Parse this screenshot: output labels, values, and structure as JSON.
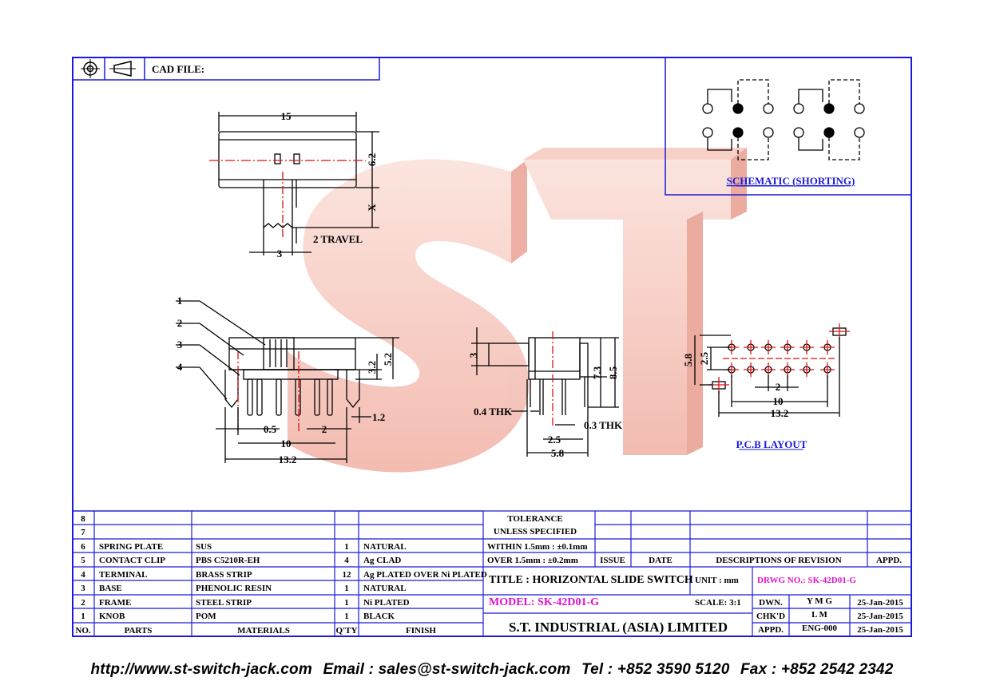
{
  "header": {
    "cad_label": "CAD FILE:"
  },
  "schematic": {
    "caption": "SCHEMATIC (SHORTING)"
  },
  "top_view": {
    "dim_width": "15",
    "dim_height": "6.2",
    "dim_x": "X",
    "dim_travel": "2 TRAVEL",
    "dim_3": "3"
  },
  "front_view": {
    "callouts": [
      "1",
      "2",
      "3",
      "4"
    ],
    "dim_32": "3.2",
    "dim_52": "5.2",
    "dim_12": "1.2",
    "dim_05": "0.5",
    "dim_2": "2",
    "dim_10": "10",
    "dim_132": "13.2"
  },
  "side_view": {
    "dim_3": "3",
    "dim_73": "7.3",
    "dim_85": "8.5",
    "dim_04": "0.4 THK",
    "dim_03": "0.3 THK",
    "dim_25": "2.5",
    "dim_58": "5.8"
  },
  "pcb": {
    "dim_58": "5.8",
    "dim_25": "2.5",
    "dim_2": "2",
    "dim_10": "10",
    "dim_132": "13.2",
    "caption": "P.C.B LAYOUT"
  },
  "watermark": "ST",
  "parts": [
    {
      "no": "8",
      "part": "",
      "material": "",
      "qty": "",
      "finish": ""
    },
    {
      "no": "7",
      "part": "",
      "material": "",
      "qty": "",
      "finish": ""
    },
    {
      "no": "6",
      "part": "SPRING PLATE",
      "material": "SUS",
      "qty": "1",
      "finish": "NATURAL"
    },
    {
      "no": "5",
      "part": "CONTACT CLIP",
      "material": "PBS C5210R-EH",
      "qty": "4",
      "finish": "Ag CLAD"
    },
    {
      "no": "4",
      "part": "TERMINAL",
      "material": "BRASS STRIP",
      "qty": "12",
      "finish": "Ag PLATED OVER Ni PLATED"
    },
    {
      "no": "3",
      "part": "BASE",
      "material": "PHENOLIC RESIN",
      "qty": "1",
      "finish": "NATURAL"
    },
    {
      "no": "2",
      "part": "FRAME",
      "material": "STEEL STRIP",
      "qty": "1",
      "finish": "Ni PLATED"
    },
    {
      "no": "1",
      "part": "KNOB",
      "material": "POM",
      "qty": "1",
      "finish": "BLACK"
    }
  ],
  "parts_header": {
    "no": "NO.",
    "part": "PARTS",
    "material": "MATERIALS",
    "qty": "Q'TY",
    "finish": "FINISH"
  },
  "tolerance": {
    "title1": "TOLERANCE",
    "title2": "UNLESS  SPECIFIED",
    "within": "WITHIN 1.5mm : ±0.1mm",
    "over": "OVER 1.5mm : ±0.2mm"
  },
  "revision": {
    "issue": "ISSUE",
    "date": "DATE",
    "desc": "DESCRIPTIONS OF REVISION",
    "appd": "APPD."
  },
  "title_block": {
    "title": "TITLE :  HORIZONTAL SLIDE SWITCH",
    "unit": "UNIT :  mm",
    "drwg": "DRWG NO.: SK-42D01-G",
    "model": "MODEL: SK-42D01-G",
    "scale": "SCALE:  3:1",
    "company": "S.T. INDUSTRIAL (ASIA) LIMITED",
    "dwn_label": "DWN.",
    "dwn_name": "Y M G",
    "dwn_date": "25-Jan-2015",
    "chkd_label": "CHK'D",
    "chkd_name": "L M",
    "chkd_date": "25-Jan-2015",
    "appd_label": "APPD.",
    "appd_name": "ENG-000",
    "appd_date": "25-Jan-2015"
  },
  "footer": {
    "url": "http://www.st-switch-jack.com",
    "email": "Email : sales@st-switch-jack.com",
    "tel": "Tel : +852 3590 5120",
    "fax": "Fax : +852 2542 2342"
  },
  "colors": {
    "border": "#1a1ad8",
    "drawing": "#000000",
    "centerline": "#d11",
    "magenta": "#e010d0",
    "watermark": "#f2b7aa"
  }
}
